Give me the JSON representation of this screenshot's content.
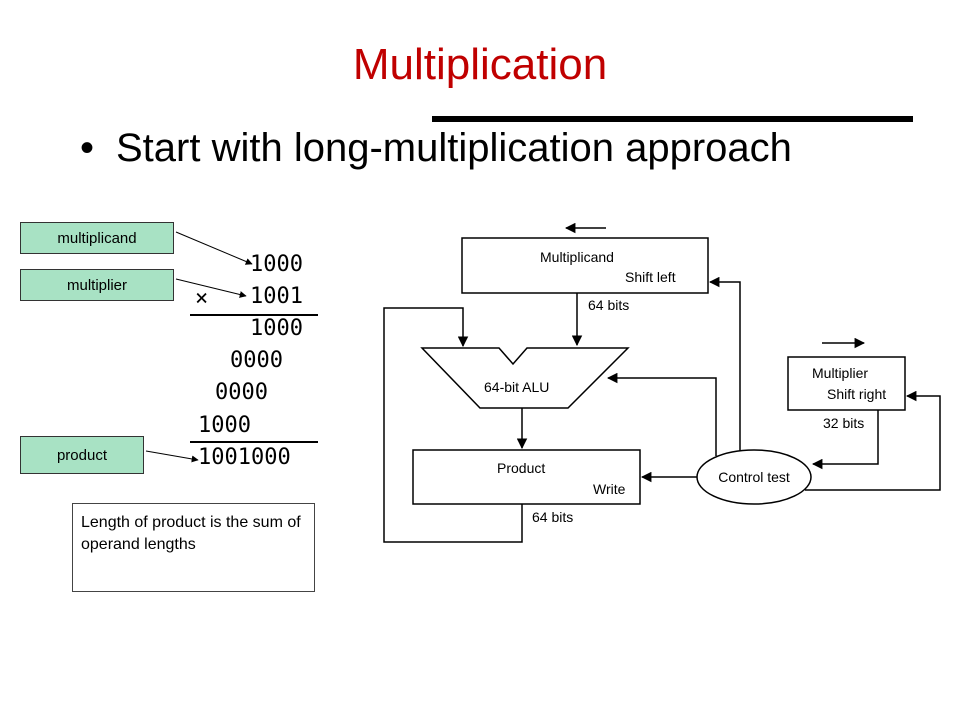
{
  "slide": {
    "title": "Multiplication",
    "bullet": "Start with long-multiplication approach"
  },
  "labels": {
    "multiplicand": "multiplicand",
    "multiplier": "multiplier",
    "product": "product"
  },
  "long_multiplication": {
    "multiplicand": "1000",
    "operator": "×",
    "multiplier": "1001",
    "partial_products": [
      "1000",
      "0000",
      "0000",
      "1000"
    ],
    "result": "1001000"
  },
  "note": "Length of product is the sum of operand lengths",
  "hardware": {
    "multiplicand_title": "Multiplicand",
    "multiplicand_action": "Shift left",
    "multiplicand_width": "64 bits",
    "alu": "64-bit ALU",
    "product_title": "Product",
    "product_action": "Write",
    "product_width": "64 bits",
    "multiplier_title": "Multiplier",
    "multiplier_action": "Shift right",
    "multiplier_width": "32 bits",
    "control": "Control test"
  }
}
